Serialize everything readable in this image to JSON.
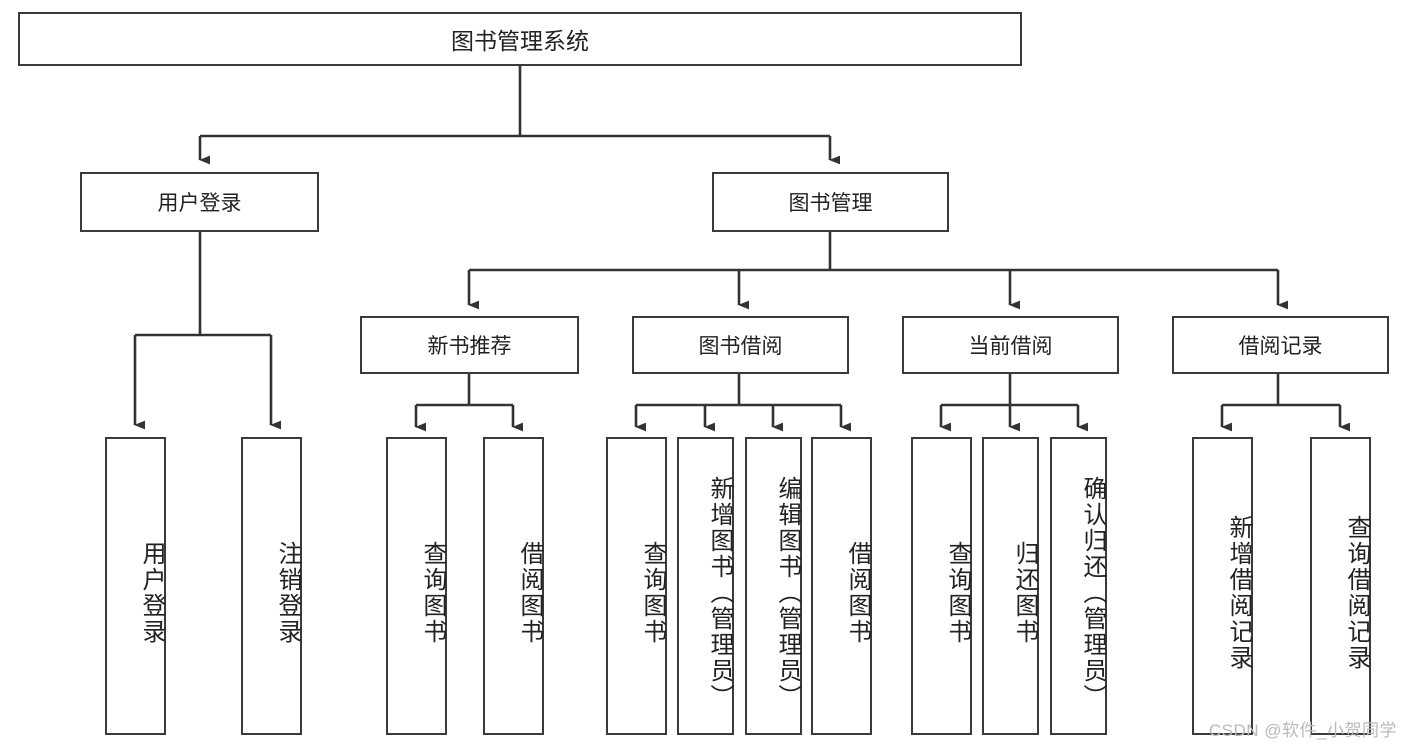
{
  "diagram": {
    "title": "图书管理系统",
    "type": "hierarchy-tree",
    "watermark": "CSDN @软件_小贺同学",
    "colors": {
      "box_border": "#3a3a3a",
      "box_fill": "#ffffff",
      "connector": "#333333",
      "text": "#222222",
      "watermark": "#b9b9b9"
    },
    "nodes": {
      "root": {
        "label": "图书管理系统"
      },
      "level2": [
        {
          "id": "user-login",
          "label": "用户登录"
        },
        {
          "id": "book-management",
          "label": "图书管理"
        }
      ],
      "level3": [
        {
          "id": "new-book-recommend",
          "label": "新书推荐"
        },
        {
          "id": "book-borrow",
          "label": "图书借阅"
        },
        {
          "id": "current-borrow",
          "label": "当前借阅"
        },
        {
          "id": "borrow-record",
          "label": "借阅记录"
        }
      ],
      "leaves": [
        {
          "id": "leaf-user-login",
          "label": "用户登录",
          "parent": "user-login"
        },
        {
          "id": "leaf-logout-login",
          "label": "注销登录",
          "parent": "user-login"
        },
        {
          "id": "leaf-query-book-1",
          "label": "查询图书",
          "parent": "new-book-recommend"
        },
        {
          "id": "leaf-borrow-book-1",
          "label": "借阅图书",
          "parent": "new-book-recommend"
        },
        {
          "id": "leaf-query-book-2",
          "label": "查询图书",
          "parent": "book-borrow"
        },
        {
          "id": "leaf-add-book",
          "label": "新增图书（管理员）",
          "parent": "book-borrow"
        },
        {
          "id": "leaf-edit-book",
          "label": "编辑图书（管理员）",
          "parent": "book-borrow"
        },
        {
          "id": "leaf-borrow-book-2",
          "label": "借阅图书",
          "parent": "book-borrow"
        },
        {
          "id": "leaf-query-book-3",
          "label": "查询图书",
          "parent": "current-borrow"
        },
        {
          "id": "leaf-return-book",
          "label": "归还图书",
          "parent": "current-borrow"
        },
        {
          "id": "leaf-confirm-return",
          "label": "确认归还（管理员）",
          "parent": "current-borrow"
        },
        {
          "id": "leaf-add-record",
          "label": "新增借阅记录",
          "parent": "borrow-record"
        },
        {
          "id": "leaf-query-record",
          "label": "查询借阅记录",
          "parent": "borrow-record"
        }
      ]
    }
  }
}
